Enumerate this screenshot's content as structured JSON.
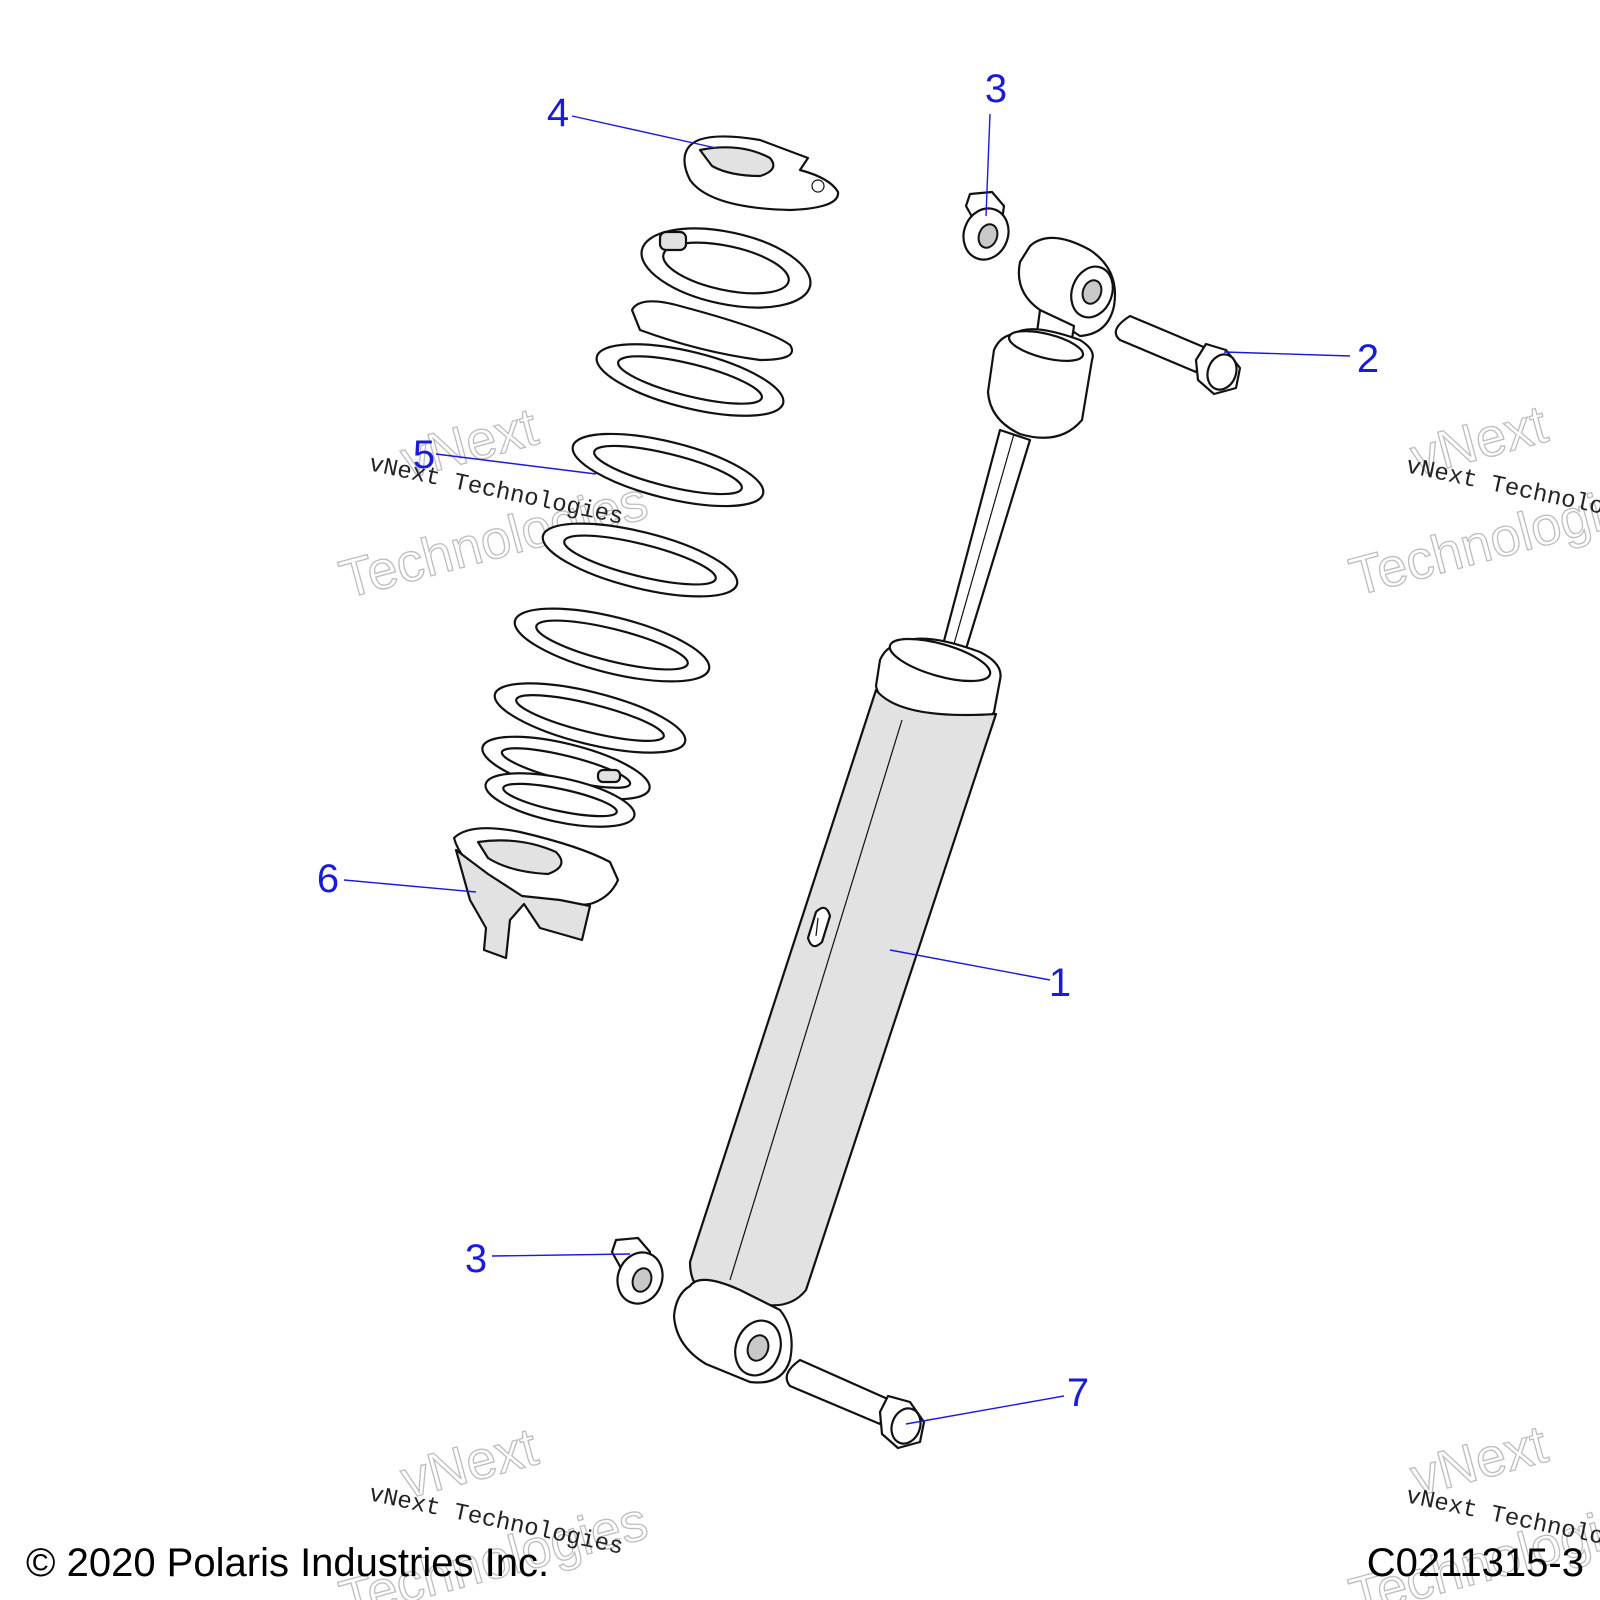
{
  "callouts": [
    {
      "id": "c1",
      "label": "1"
    },
    {
      "id": "c2",
      "label": "2"
    },
    {
      "id": "c3a",
      "label": "3"
    },
    {
      "id": "c3b",
      "label": "3"
    },
    {
      "id": "c4",
      "label": "4"
    },
    {
      "id": "c5",
      "label": "5"
    },
    {
      "id": "c6",
      "label": "6"
    },
    {
      "id": "c7",
      "label": "7"
    }
  ],
  "watermark": {
    "line1": "vNext",
    "line2": "Technologies",
    "small": "vNext Technologies"
  },
  "footer": {
    "copyright": "© 2020 Polaris Industries Inc.",
    "drawing_id": "C0211315-3"
  },
  "colors": {
    "callout": "#1a1adb",
    "line": "#111111",
    "body_shade": "#e2e2e2",
    "watermark": "#bdbdbd"
  }
}
